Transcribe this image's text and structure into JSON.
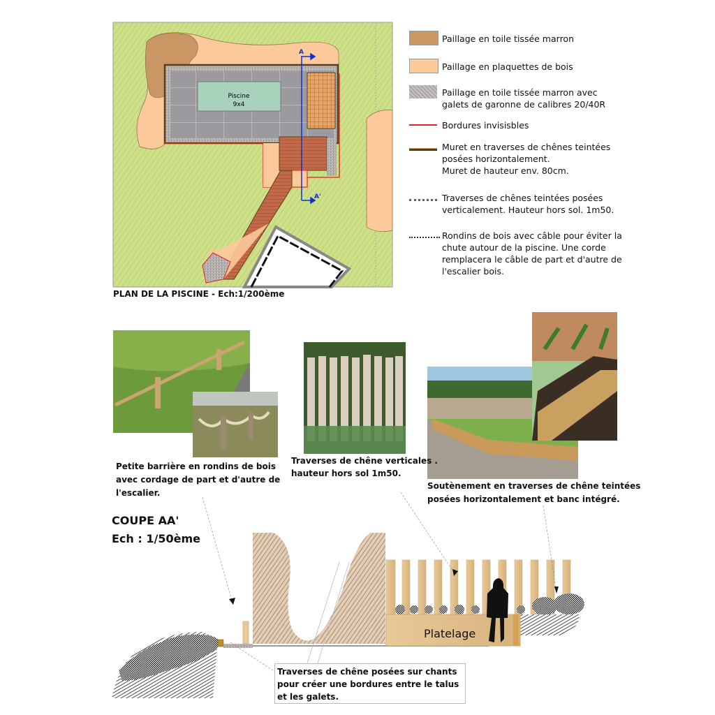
{
  "plan": {
    "pool_label": "Piscine",
    "pool_size": "9x4",
    "section_start": "A",
    "section_end": "A'",
    "caption": "PLAN DE LA PISCINE - Ech:1/200ème"
  },
  "legend": [
    {
      "lines": [
        "Paillage en toile tissée marron"
      ],
      "swatch": "brown-fill",
      "color": "#c99664"
    },
    {
      "lines": [
        "Paillage en plaquettes de bois"
      ],
      "swatch": "light-fill",
      "color": "#fcc99a"
    },
    {
      "lines": [
        "Paillage en toile tissée marron avec",
        "galets de garonne de calibres 20/40R"
      ],
      "swatch": "gravel-fill",
      "color": "#a8a4a4"
    },
    {
      "lines": [
        "Bordures invisisbles"
      ],
      "swatch": "red-line",
      "color": "#e02020"
    },
    {
      "lines": [
        "Muret en traverses de chênes teintées",
        "posées horizontalement.",
        "Muret de hauteur env. 80cm."
      ],
      "swatch": "dark-line",
      "color": "#5a3e1a"
    },
    {
      "lines": [
        "Traverses de chênes teintées posées",
        "verticalement. Hauteur hors sol. 1m50."
      ],
      "swatch": "dashed-line",
      "color": "#7a5a30"
    },
    {
      "lines": [
        "Rondins de bois avec câble pour éviter la",
        "chute autour de la piscine. Une corde",
        "remplacera le câble de part et d'autre de",
        "l'escalier bois."
      ],
      "swatch": "dotted-line",
      "color": "#333333"
    }
  ],
  "captions": {
    "barrier": [
      "Petite barrière en rondins de bois",
      "avec cordage de part et d'autre de",
      "l'escalier."
    ],
    "vertical": [
      "Traverses de chêne verticales .",
      "hauteur hors sol 1m50."
    ],
    "retaining": [
      "Soutènement en traverses de chêne teintées",
      "posées horizontalement et banc intégré."
    ]
  },
  "section": {
    "title": "COUPE AA'",
    "scale": "Ech : 1/50ème",
    "deck_label": "Platelage",
    "note": [
      "Traverses de chêne posées sur chants",
      "pour créer une bordures entre le talus",
      "et les galets."
    ]
  }
}
